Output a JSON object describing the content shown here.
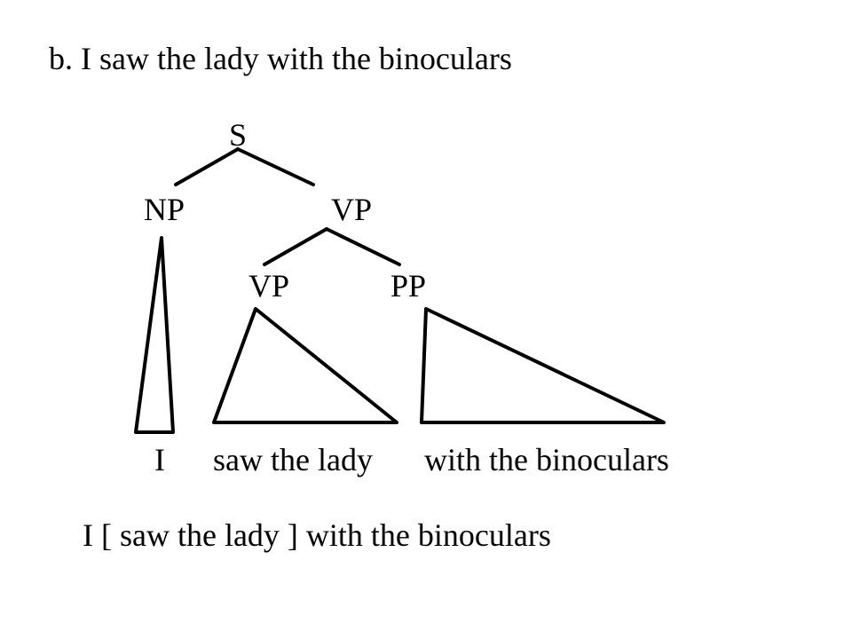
{
  "title": "b. I saw the lady with the binoculars",
  "tree": {
    "root": "S",
    "np_label": "NP",
    "vp_label": "VP",
    "inner_vp_label": "VP",
    "pp_label": "PP"
  },
  "leaves": {
    "np_leaf": "I",
    "vp_leaf": "saw the lady",
    "pp_leaf": "with the binoculars"
  },
  "bracketed_sentence": "I [ saw the lady ] with the binoculars"
}
